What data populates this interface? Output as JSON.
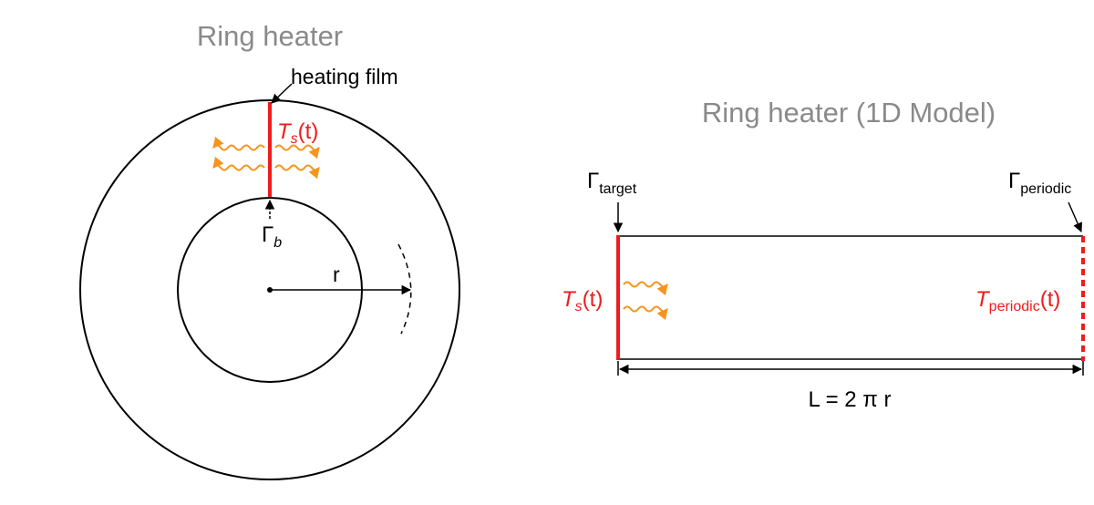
{
  "left": {
    "title": "Ring heater",
    "film_label": "heating film",
    "ts": {
      "symbol": "T",
      "sub": "s",
      "arg": "(t)"
    },
    "gamma_b": {
      "symbol": "Γ",
      "sub": "b"
    },
    "radius_label": "r"
  },
  "right": {
    "title": "Ring heater (1D Model)",
    "gamma_target": {
      "symbol": "Γ",
      "sub": "target"
    },
    "gamma_periodic": {
      "symbol": "Γ",
      "sub": "periodic"
    },
    "ts": {
      "symbol": "T",
      "sub": "s",
      "arg": "(t)"
    },
    "t_periodic": {
      "symbol": "T",
      "sub": "periodic",
      "arg": "(t)"
    },
    "length_label": "L = 2 π r"
  },
  "colors": {
    "red": "#ee1c1c",
    "orange": "#f7941d",
    "title_gray": "#8a8a8a"
  }
}
